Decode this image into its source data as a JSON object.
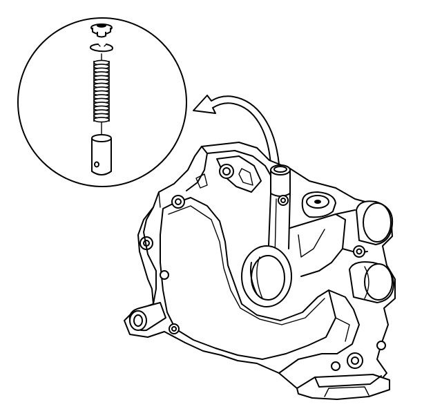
{
  "figure": {
    "palette": {
      "line": "#000000",
      "background": "#ffffff"
    },
    "detail_view": {
      "parts": [
        "valve-cap",
        "snap-ring",
        "pressure-relief-spring",
        "pressure-relief-valve"
      ]
    },
    "pointer": "curved-arrow"
  }
}
